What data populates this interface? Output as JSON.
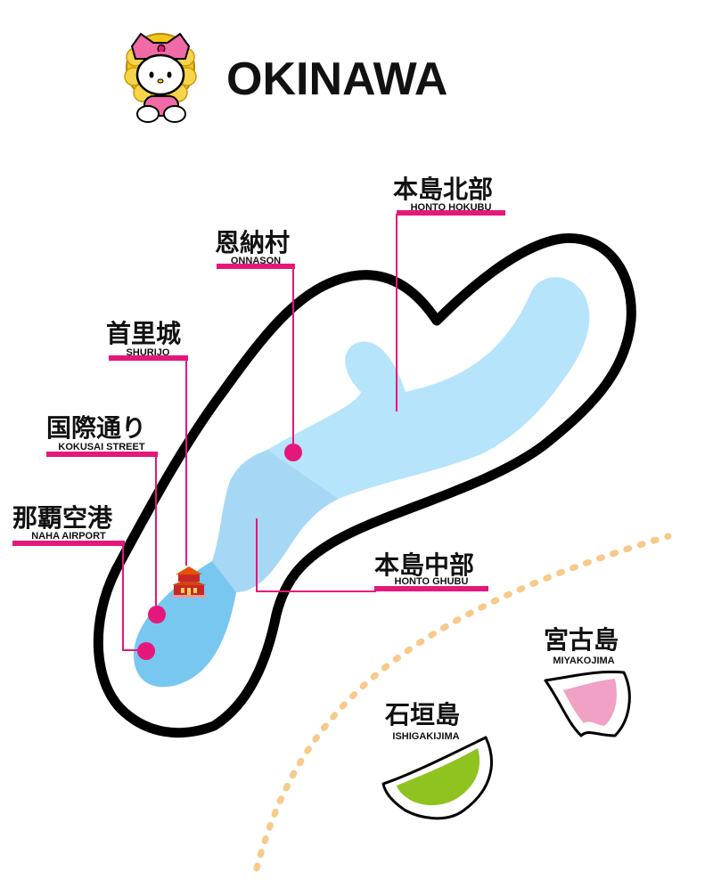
{
  "title": "OKINAWA",
  "colors": {
    "accent_pink": "#e6177a",
    "outline_black": "#000000",
    "north_sea_blue": "#b5e4fb",
    "mid_blue": "#a6d8f5",
    "south_blue": "#78c7f0",
    "miyako_pink": "#f0a1c4",
    "ishigaki_green": "#8fc31f",
    "route_orange": "#f8c98a"
  },
  "mascot": {
    "icon": "hello-kitty-shisa-icon"
  },
  "labels": {
    "honto_hokubu": {
      "jp": "本島北部",
      "en": "HONTO HOKUBU"
    },
    "onnason": {
      "jp": "恩納村",
      "en": "ONNASON"
    },
    "shurijo": {
      "jp": "首里城",
      "en": "SHURIJO"
    },
    "kokusai_street": {
      "jp": "国際通り",
      "en": "KOKUSAI STREET"
    },
    "naha_airport": {
      "jp": "那覇空港",
      "en": "NAHA AIRPORT"
    },
    "honto_chubu": {
      "jp": "本島中部",
      "en": "HONTO GHUBU"
    },
    "miyakojima": {
      "jp": "宮古島",
      "en": "MIYAKOJIMA"
    },
    "ishigakijima": {
      "jp": "石垣島",
      "en": "ISHIGAKIJIMA"
    }
  },
  "icons": {
    "castle": "shuri-castle-icon"
  }
}
